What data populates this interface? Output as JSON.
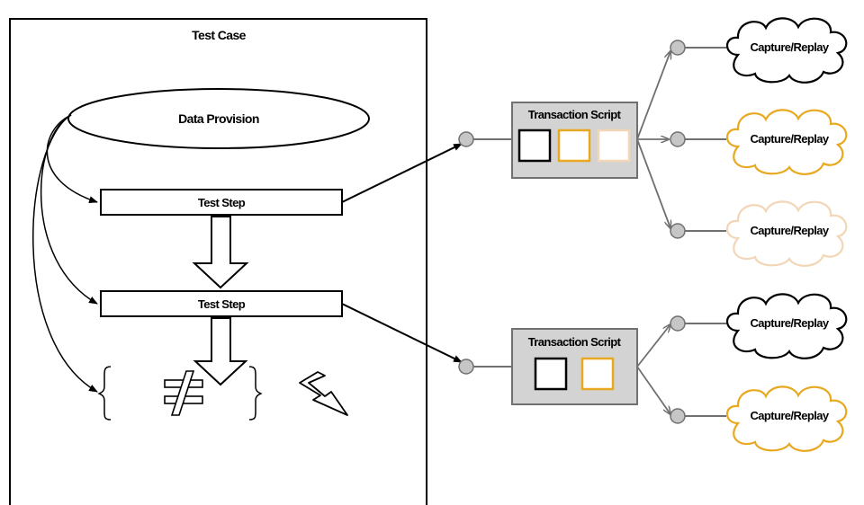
{
  "test_case": {
    "title": "Test Case",
    "data_provision": "Data Provision",
    "steps": [
      "Test Step",
      "Test Step"
    ],
    "not_equal_symbol": "not-equal-icon",
    "fault_symbol": "lightning-icon"
  },
  "transaction_scripts": [
    {
      "label": "Transaction Script",
      "slots": [
        {
          "color": "#000000"
        },
        {
          "color": "#e8a820"
        },
        {
          "color": "#f2d6b6"
        }
      ]
    },
    {
      "label": "Transaction Script",
      "slots": [
        {
          "color": "#000000"
        },
        {
          "color": "#e8a820"
        }
      ]
    }
  ],
  "capture_replays": [
    {
      "label": "Capture/Replay",
      "color": "#000000"
    },
    {
      "label": "Capture/Replay",
      "color": "#e8a820"
    },
    {
      "label": "Capture/Replay",
      "color": "#f2d6b6"
    },
    {
      "label": "Capture/Replay",
      "color": "#000000"
    },
    {
      "label": "Capture/Replay",
      "color": "#e8a820"
    }
  ],
  "colors": {
    "script_fill": "#d3d3d3",
    "port_fill": "#c6c6c6",
    "connector": "#707070"
  }
}
